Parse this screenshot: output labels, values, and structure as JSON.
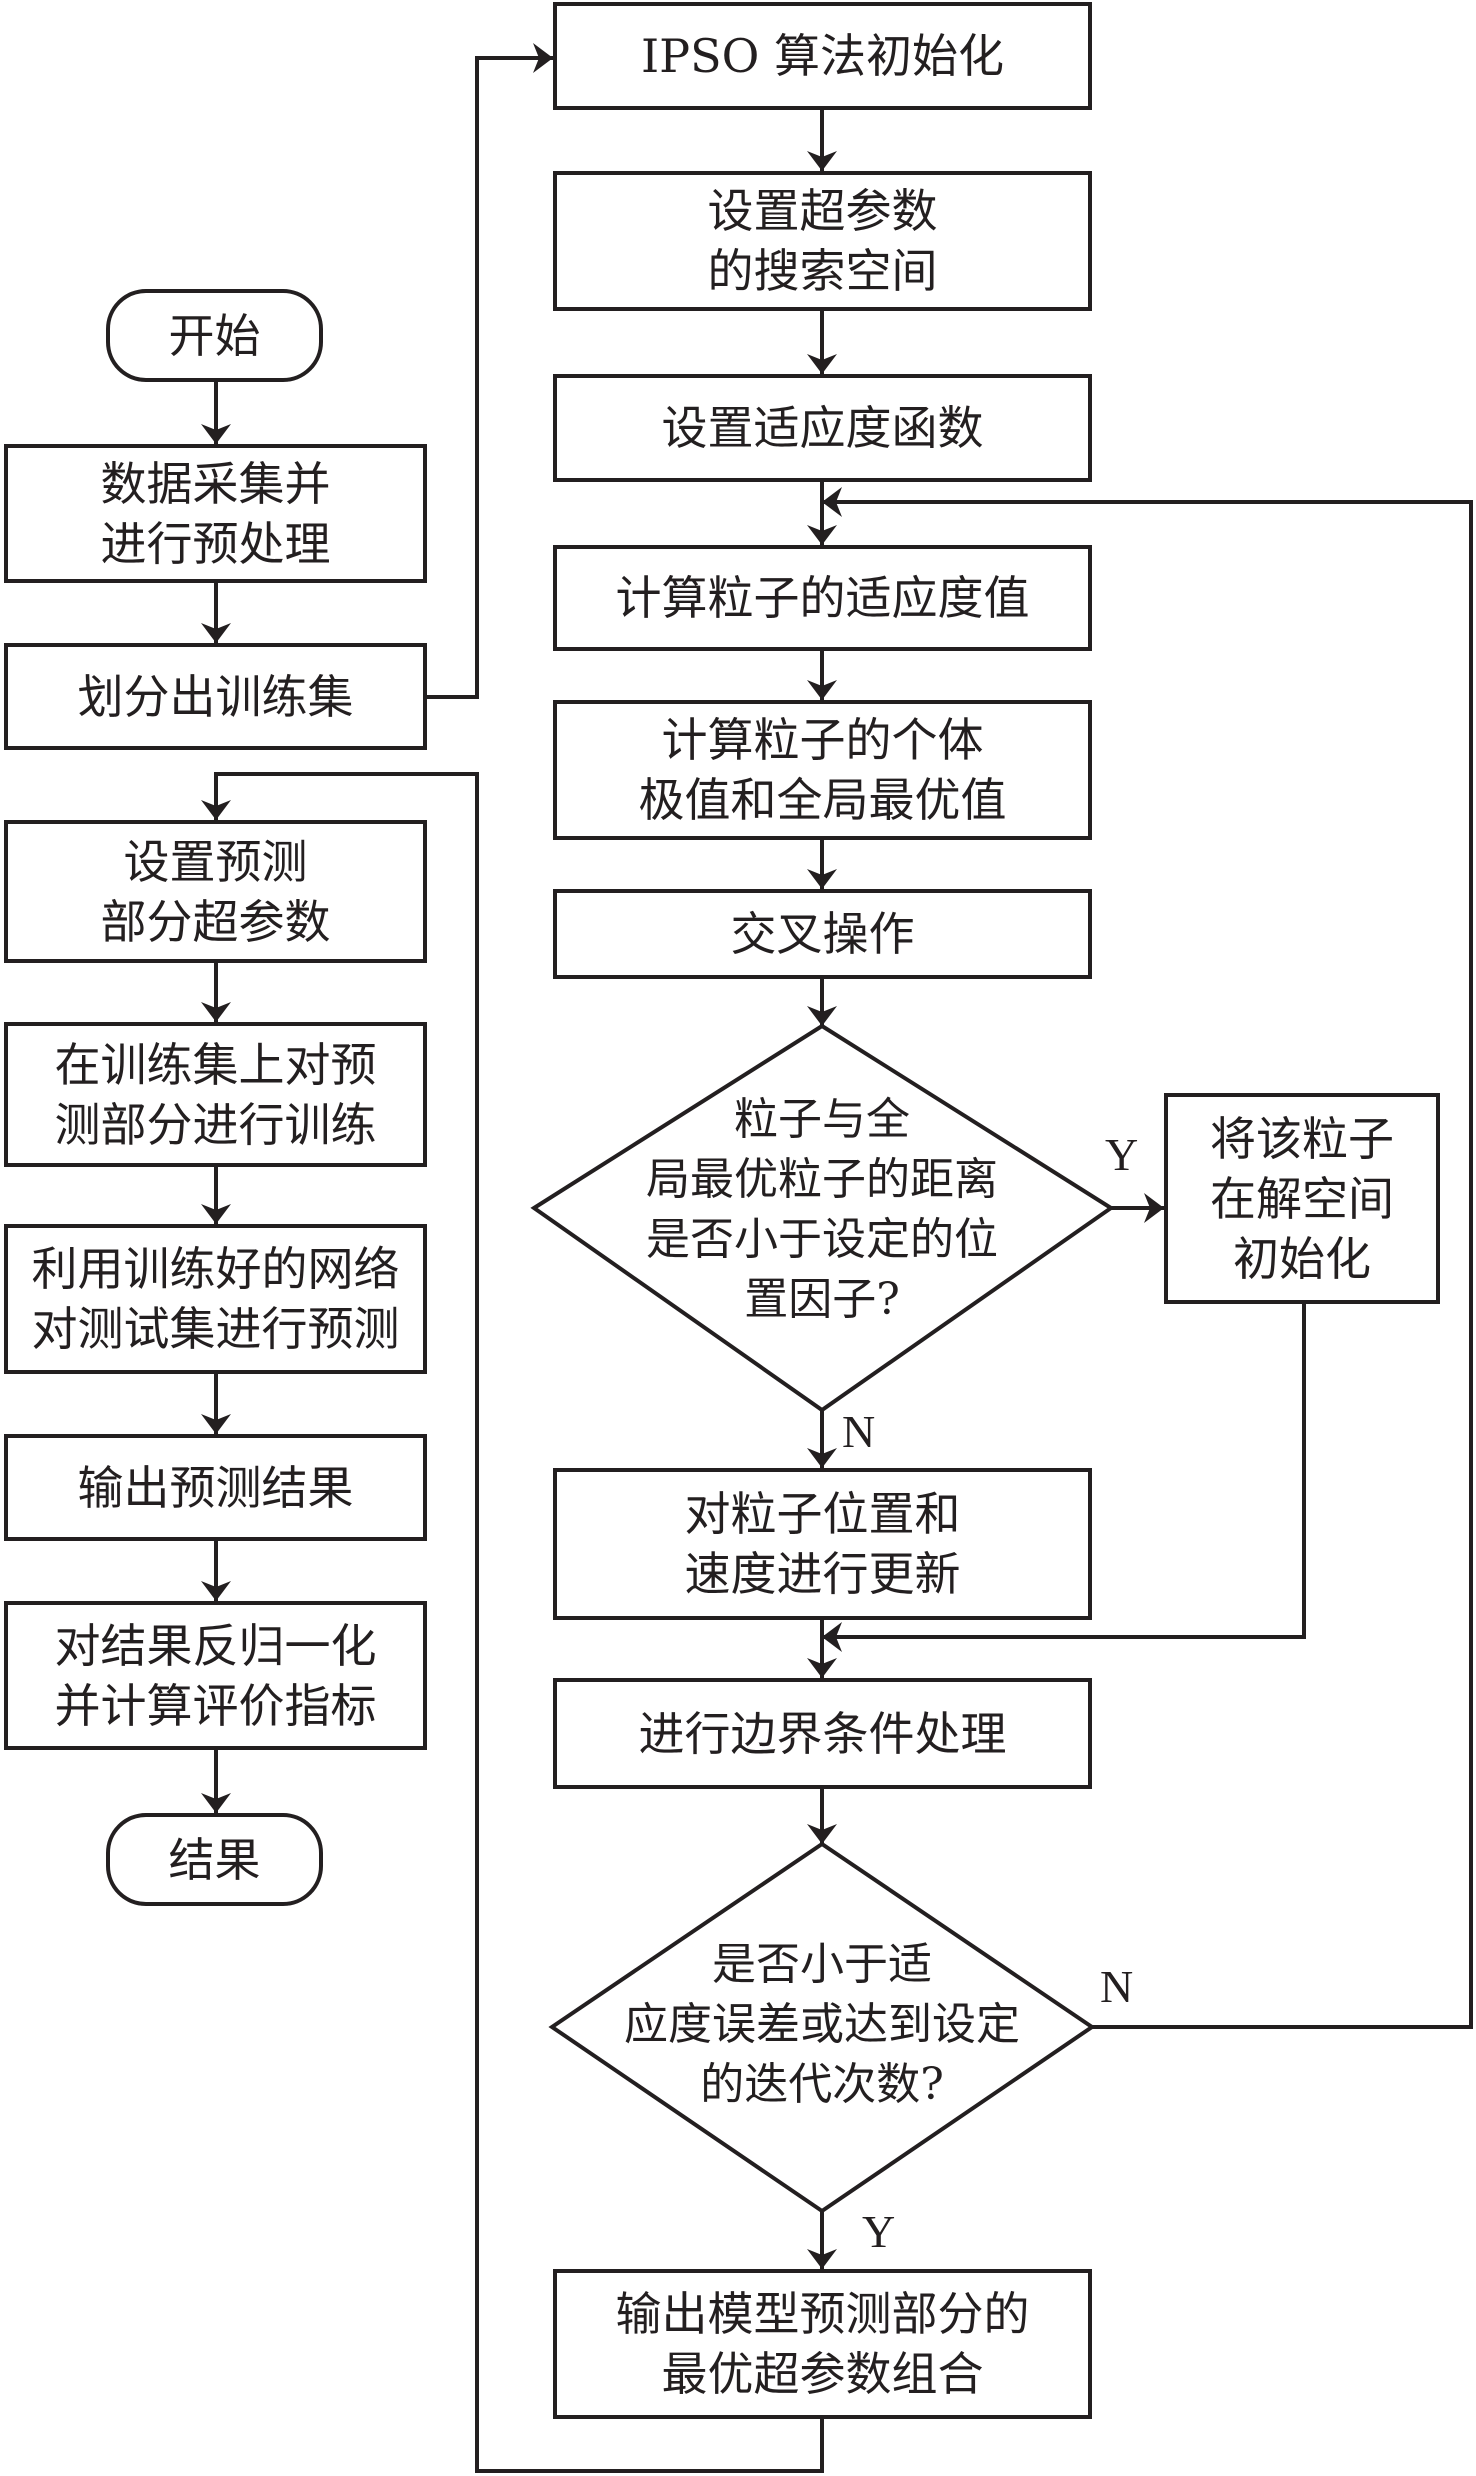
{
  "colors": {
    "stroke": "#231f20",
    "background": "#ffffff"
  },
  "left": {
    "start": "开始",
    "collect": "数据采集并\n进行预处理",
    "split": "划分出训练集",
    "set_params": "设置预测\n部分超参数",
    "train": "在训练集上对预\n测部分进行训练",
    "predict": "利用训练好的网络\n对测试集进行预测",
    "output": "输出预测结果",
    "denorm": "对结果反归一化\n并计算评价指标",
    "end": "结果"
  },
  "right": {
    "init": "IPSO 算法初始化",
    "search_space": "设置超参数\n的搜索空间",
    "fitness_fn": "设置适应度函数",
    "calc_fitness": "计算粒子的适应度值",
    "calc_best": "计算粒子的个体\n极值和全局最优值",
    "crossover": "交叉操作",
    "decision1": "粒子与全\n局最优粒子的距离\n是否小于设定的位\n置因子?",
    "reinit": "将该粒子\n在解空间\n初始化",
    "update": "对粒子位置和\n速度进行更新",
    "boundary": "进行边界条件处理",
    "decision2": "是否小于适\n应度误差或达到设定\n的迭代次数?",
    "output_best": "输出模型预测部分的\n最优超参数组合"
  },
  "labels": {
    "yes": "Y",
    "no": "N"
  }
}
